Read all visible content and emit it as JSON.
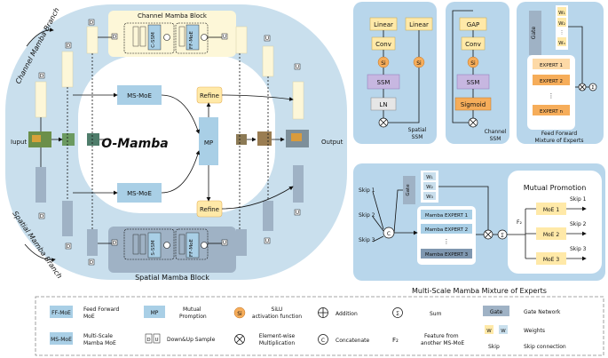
{
  "main": {
    "title": "O-Mamba",
    "input_label": "Iuput",
    "output_label": "Output",
    "channel_branch": "Channel Mamba Branch",
    "spatial_branch": "Spatial Mamba Branch",
    "channel_block": "Channel Mamba Block",
    "spatial_block": "Spatial Mamba Block",
    "msmoe": "MS-MoE",
    "mp": "MP",
    "refine": "Refine",
    "csm": "C-SSM",
    "ssm_s": "S-SSM",
    "ffmoe": "FF-MoE",
    "d": "D",
    "u": "U"
  },
  "spatial_ssm": {
    "linear1": "Linear",
    "linear2": "Linear",
    "conv": "Conv",
    "si": "Si",
    "ssm": "SSM",
    "ln": "LN",
    "caption_1": "Spatial",
    "caption_2": "SSM"
  },
  "channel_ssm": {
    "gap": "GAP",
    "conv": "Conv",
    "si": "Si",
    "ssm": "SSM",
    "sigmoid": "Sigmoid",
    "caption_1": "Channel",
    "caption_2": "SSM"
  },
  "ffmoe_panel": {
    "gate": "Gate",
    "w1": "W₁",
    "w2": "W₂",
    "wn": "Wₙ",
    "experts": [
      "EXPERT 1",
      "EXPERT 2",
      "EXPERT n"
    ],
    "caption_1": "Feed Forward",
    "caption_2": "Mixture of Experts"
  },
  "msmoe_panel": {
    "skips": [
      "Skip 1",
      "Skip 2",
      "Skip 3"
    ],
    "gate": "Gate",
    "w1": "W₁",
    "w2": "W₂",
    "w3": "W₃",
    "experts": [
      "Mamba EXPERT 1",
      "Mamba EXPERT 2",
      "Mamba EXPERT 3"
    ],
    "mutual_title": "Mutual Promotion",
    "f2": "F₂",
    "moes": [
      "MoE 1",
      "MoE 2",
      "MoE 3"
    ],
    "caption": "Multi-Scale Mamba Mixture of Experts"
  },
  "legend": {
    "ffmoe_box": "FF-MoE",
    "ffmoe_desc_1": "Feed Forward",
    "ffmoe_desc_2": "MoE",
    "msmoe_box": "MS-MoE",
    "msmoe_desc_1": "Multi-Scale",
    "msmoe_desc_2": "Mamba MoE",
    "mp_box": "MP",
    "mp_desc_1": "Mutual",
    "mp_desc_2": "Promption",
    "du_box_d": "D",
    "du_box_u": "U",
    "du_desc": "Down&Up Sample",
    "si": "Si",
    "si_desc_1": "SiLU",
    "si_desc_2": "activation function",
    "add_desc": "Addition",
    "mul_desc_1": "Element-wise",
    "mul_desc_2": "Multiplication",
    "c_sym": "C",
    "c_desc": "Concatenate",
    "sum_desc": "Sum",
    "f2_sym": "F₂",
    "f2_desc_1": "Feature from",
    "f2_desc_2": "another MS-MoE",
    "gate_box": "Gate",
    "gate_desc": "Gate Network",
    "w_sym": "W",
    "weights_desc": "Weights",
    "skip_word": "Skip",
    "skip_desc": "Skip connection"
  },
  "colors": {
    "outer_ring": "#c9dfed",
    "panel_bg": "#b8d6eb",
    "cream": "#fdf7d8",
    "yellow": "#ffe9a8",
    "orange": "#f6ad5a",
    "light_orange": "#fdd9a6",
    "purple": "#c7b7e1",
    "blue_box": "#a9cfe6",
    "grey_block": "#9fb2c5"
  }
}
